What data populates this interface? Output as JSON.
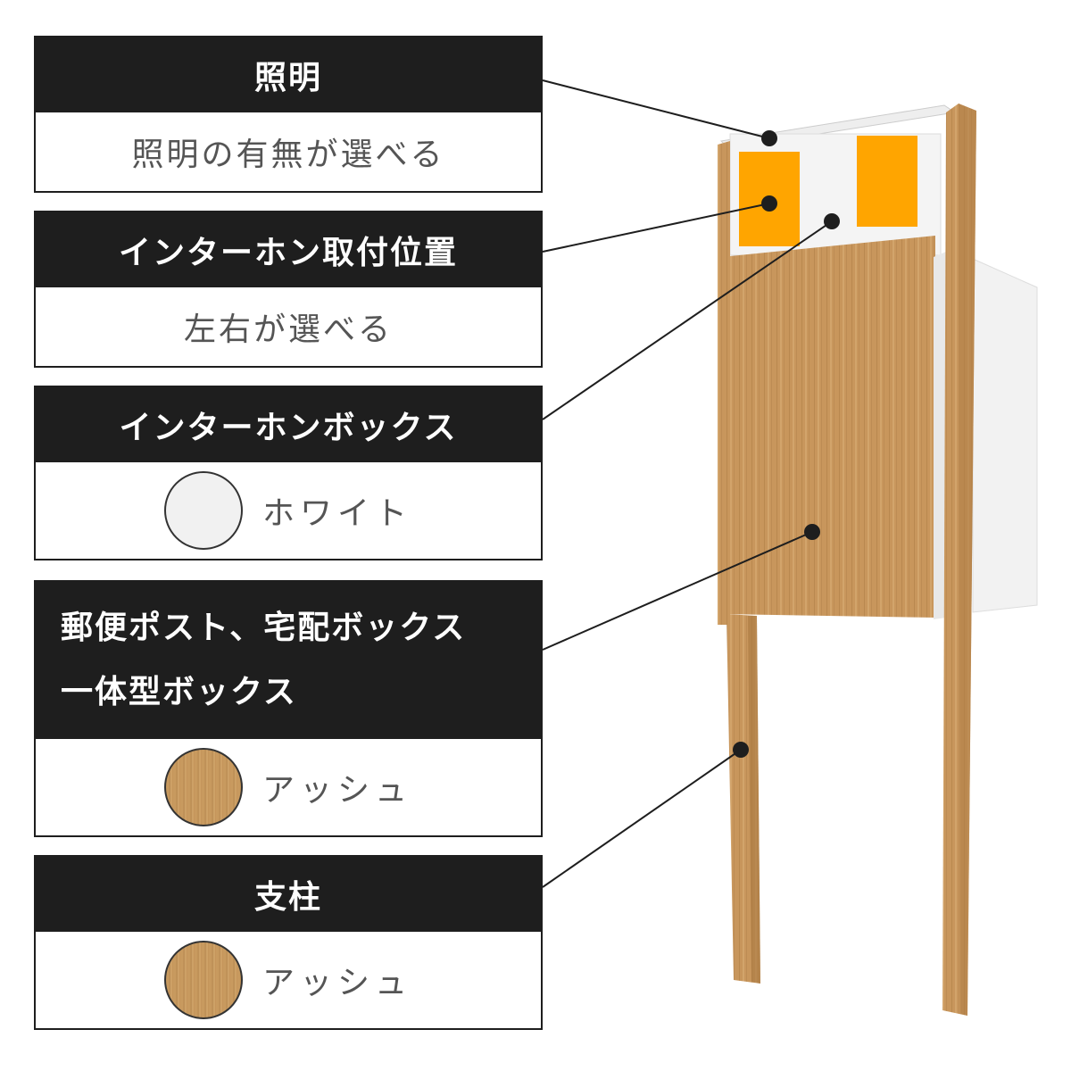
{
  "panels": {
    "lighting": {
      "title": "照明",
      "text": "照明の有無が選べる"
    },
    "intercom_position": {
      "title": "インターホン取付位置",
      "text": "左右が選べる"
    },
    "intercom_box": {
      "title": "インターホンボックス",
      "swatch_label": "ホワイト",
      "swatch_icon": "white-swatch-icon"
    },
    "post_box": {
      "title_line1": "郵便ポスト、宅配ボックス",
      "title_line2": "一体型ボックス",
      "swatch_label": "アッシュ",
      "swatch_icon": "ash-wood-swatch-icon"
    },
    "pillar": {
      "title": "支柱",
      "swatch_label": "アッシュ",
      "swatch_icon": "ash-wood-swatch-icon"
    }
  },
  "colors": {
    "header_bg": "#1e1e1e",
    "intercom_orange": "#ffa500",
    "ash_wood": "#c8965c",
    "white_box": "#f2f2f2"
  }
}
